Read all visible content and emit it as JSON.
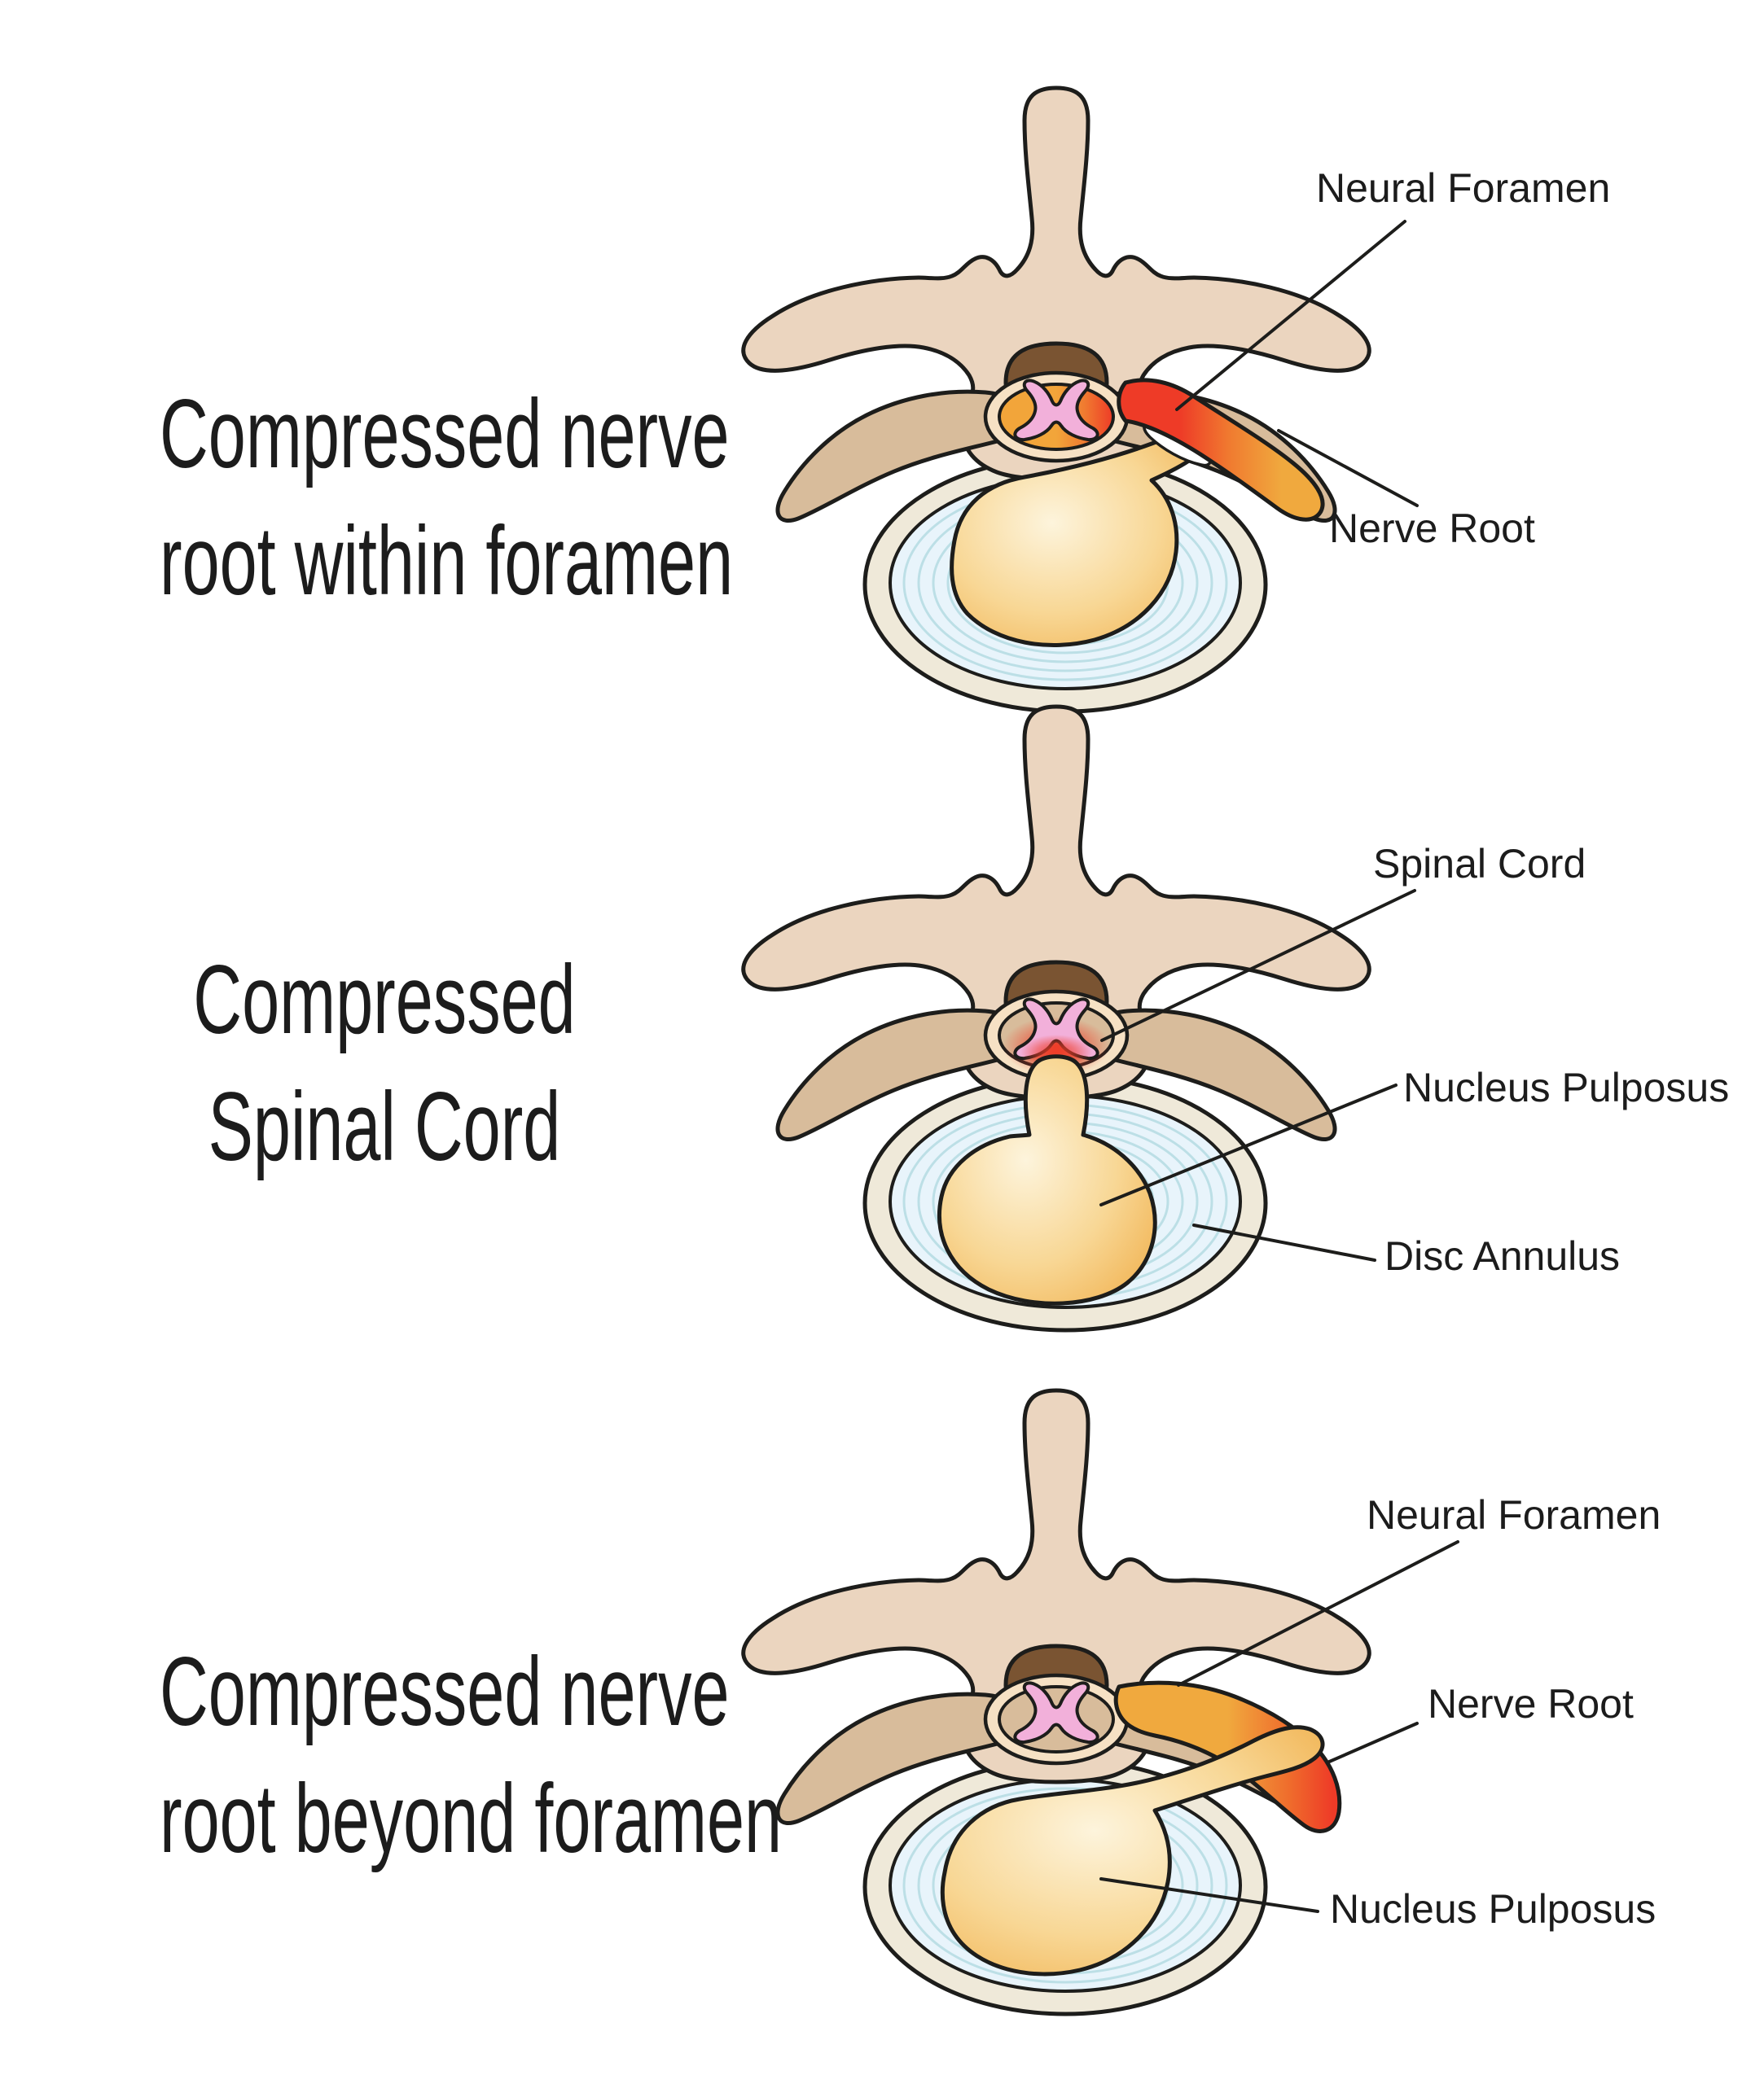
{
  "sections": [
    {
      "id": "compressed-nerve-root-within-foramen",
      "title_lines": [
        "Compressed nerve",
        "root within foramen"
      ],
      "labels": {
        "neural_foramen": "Neural Foramen",
        "nerve_root": "Nerve Root"
      }
    },
    {
      "id": "compressed-spinal-cord",
      "title_lines": [
        "Compressed",
        "Spinal Cord"
      ],
      "labels": {
        "spinal_cord": "Spinal Cord",
        "nucleus_pulposus": "Nucleus Pulposus",
        "disc_annulus": "Disc Annulus"
      }
    },
    {
      "id": "compressed-nerve-root-beyond-foramen",
      "title_lines": [
        "Compressed nerve",
        "root beyond foramen"
      ],
      "labels": {
        "neural_foramen": "Neural Foramen",
        "nerve_root": "Nerve Root",
        "nucleus_pulposus": "Nucleus Pulposus"
      }
    }
  ],
  "colors": {
    "background": "#ffffff",
    "outline": "#1d1d1b",
    "text": "#1c1c1c",
    "vertebra_bone": "#ebd5bf",
    "vertebra_bone_dark": "#d8bc9b",
    "spinal_canal_brown": "#7a5432",
    "dural_sac_cream": "#f6e1c4",
    "spinal_cord_orange": "#f2a53a",
    "inflamed_red": "#ee3b27",
    "gray_matter_pink": "#f2b0da",
    "nerve_root_orange": "#f0a93e",
    "disc_outer_cream": "#efe9d9",
    "disc_annulus_blue": "#e8f4fb",
    "annulus_ring_teal": "#bcdfe6",
    "nucleus_orange": "#efaa42",
    "nucleus_highlight": "#fdf4dc"
  }
}
